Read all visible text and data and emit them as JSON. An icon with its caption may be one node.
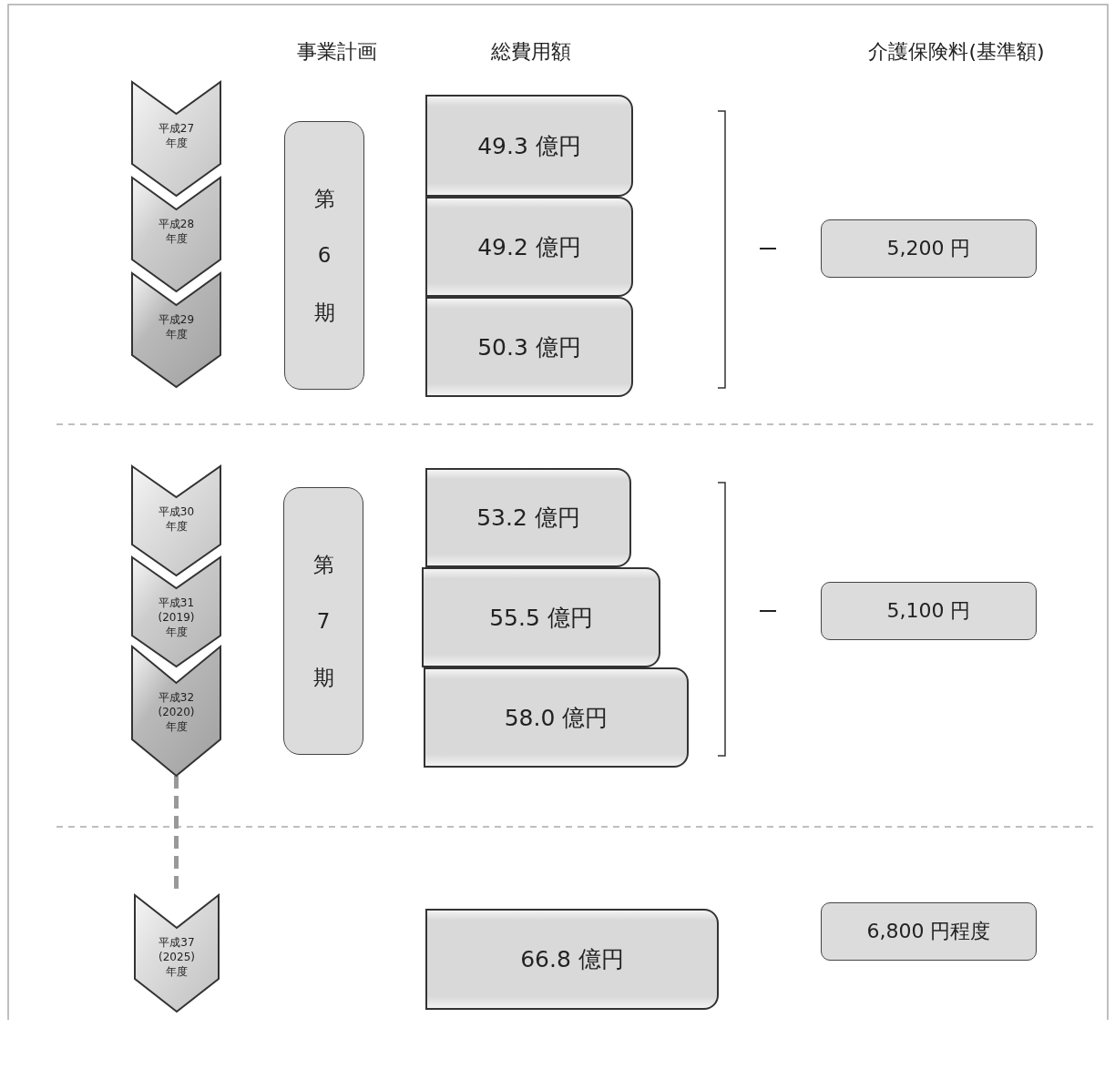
{
  "diagram": {
    "nodes": [
      {
        "text": [
          "平成27年度"
        ]
      },
      {
        "text": [
          "平成28年度"
        ]
      },
      {
        "text": [
          "平成29年度"
        ]
      },
      {
        "text": [
          "第6期"
        ]
      },
      {
        "text": [
          "49.3 億円"
        ]
      },
      {
        "text": [
          "49.2 億円"
        ]
      },
      {
        "text": [
          "50.3 億円"
        ]
      },
      {
        "text": [
          "5,200 円"
        ]
      },
      {
        "text": [
          "平成30年度"
        ]
      },
      {
        "text": [
          "平成31(2019)年度"
        ]
      },
      {
        "text": [
          "平成32(2020)年度"
        ]
      },
      {
        "text": [
          "第7期"
        ]
      },
      {
        "text": [
          "53.2 億円"
        ]
      },
      {
        "text": [
          "55.5 億円"
        ]
      },
      {
        "text": [
          "58.0 億円"
        ]
      },
      {
        "text": [
          "5,100 円"
        ]
      },
      {
        "text": [
          "平成37(2025)年度"
        ]
      },
      {
        "text": [
          "66.8 億円"
        ]
      },
      {
        "text": [
          "6,800 円程度"
        ]
      }
    ],
    "edges": [
      {
        "from": 10,
        "to": 16,
        "arrow": "none",
        "style": "dashed",
        "color": "#999999"
      }
    ],
    "labels": [
      "事業計画",
      "総費用額",
      "介護保険料(基準額)"
    ]
  }
}
